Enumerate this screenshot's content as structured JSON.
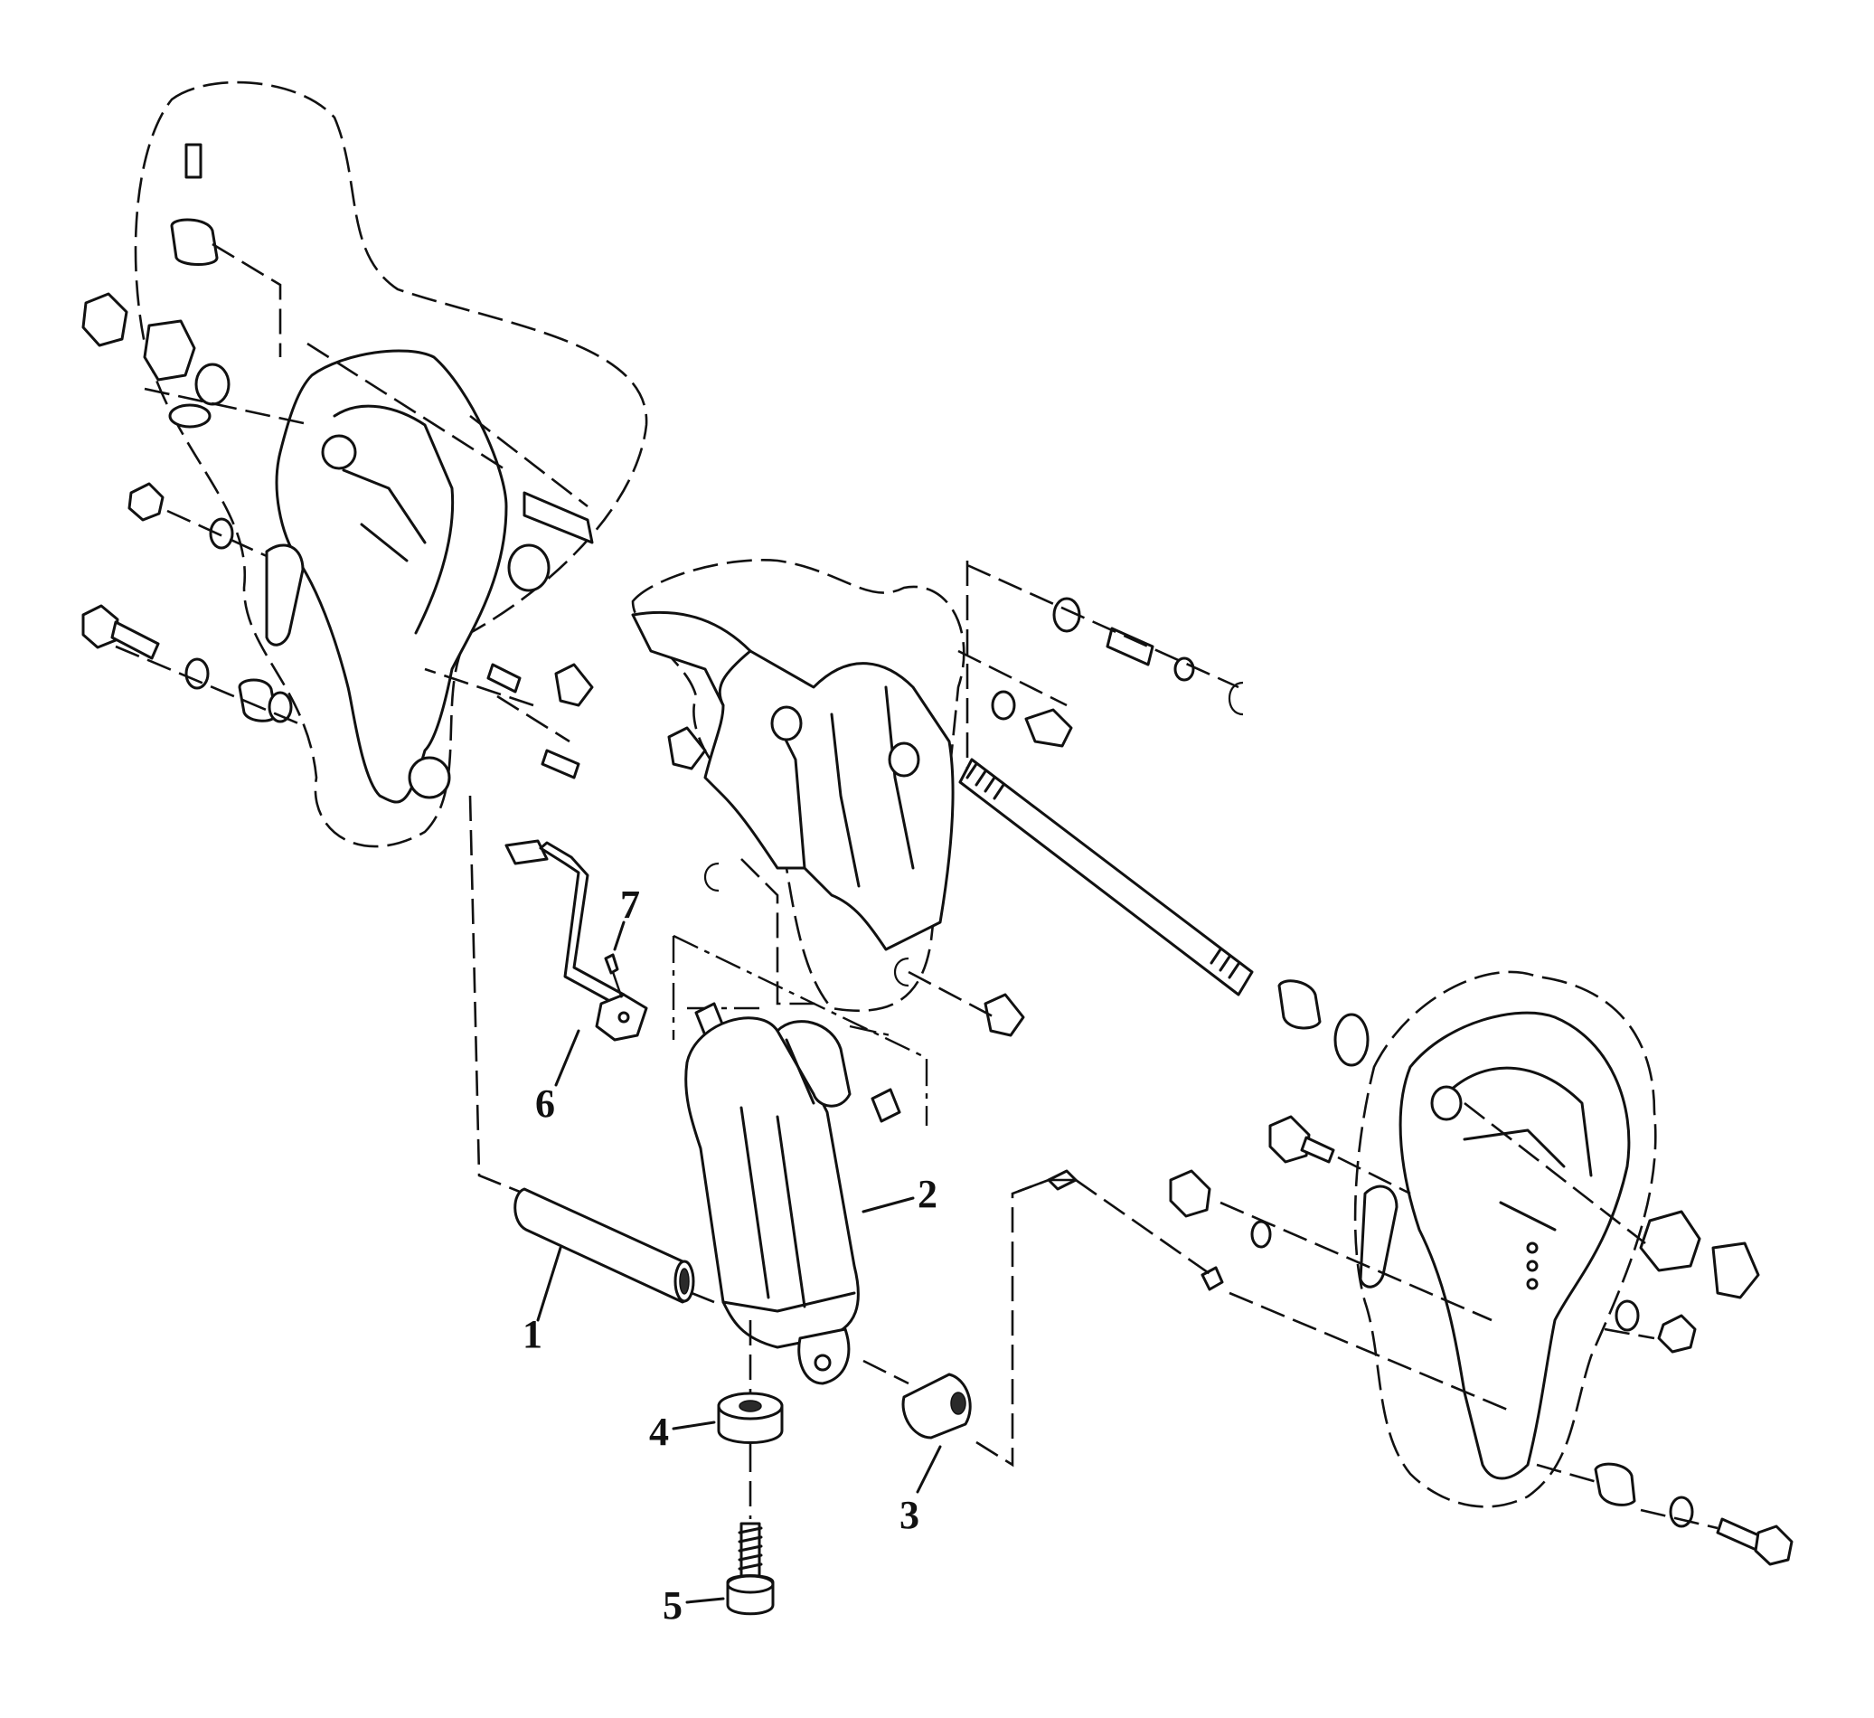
{
  "callouts": [
    {
      "id": "1",
      "text": "1"
    },
    {
      "id": "2",
      "text": "2"
    },
    {
      "id": "3",
      "text": "3"
    },
    {
      "id": "4",
      "text": "4"
    },
    {
      "id": "5",
      "text": "5"
    },
    {
      "id": "6",
      "text": "6"
    },
    {
      "id": "7",
      "text": "7"
    }
  ],
  "colors": {
    "line": "#111111",
    "background": "#ffffff"
  }
}
